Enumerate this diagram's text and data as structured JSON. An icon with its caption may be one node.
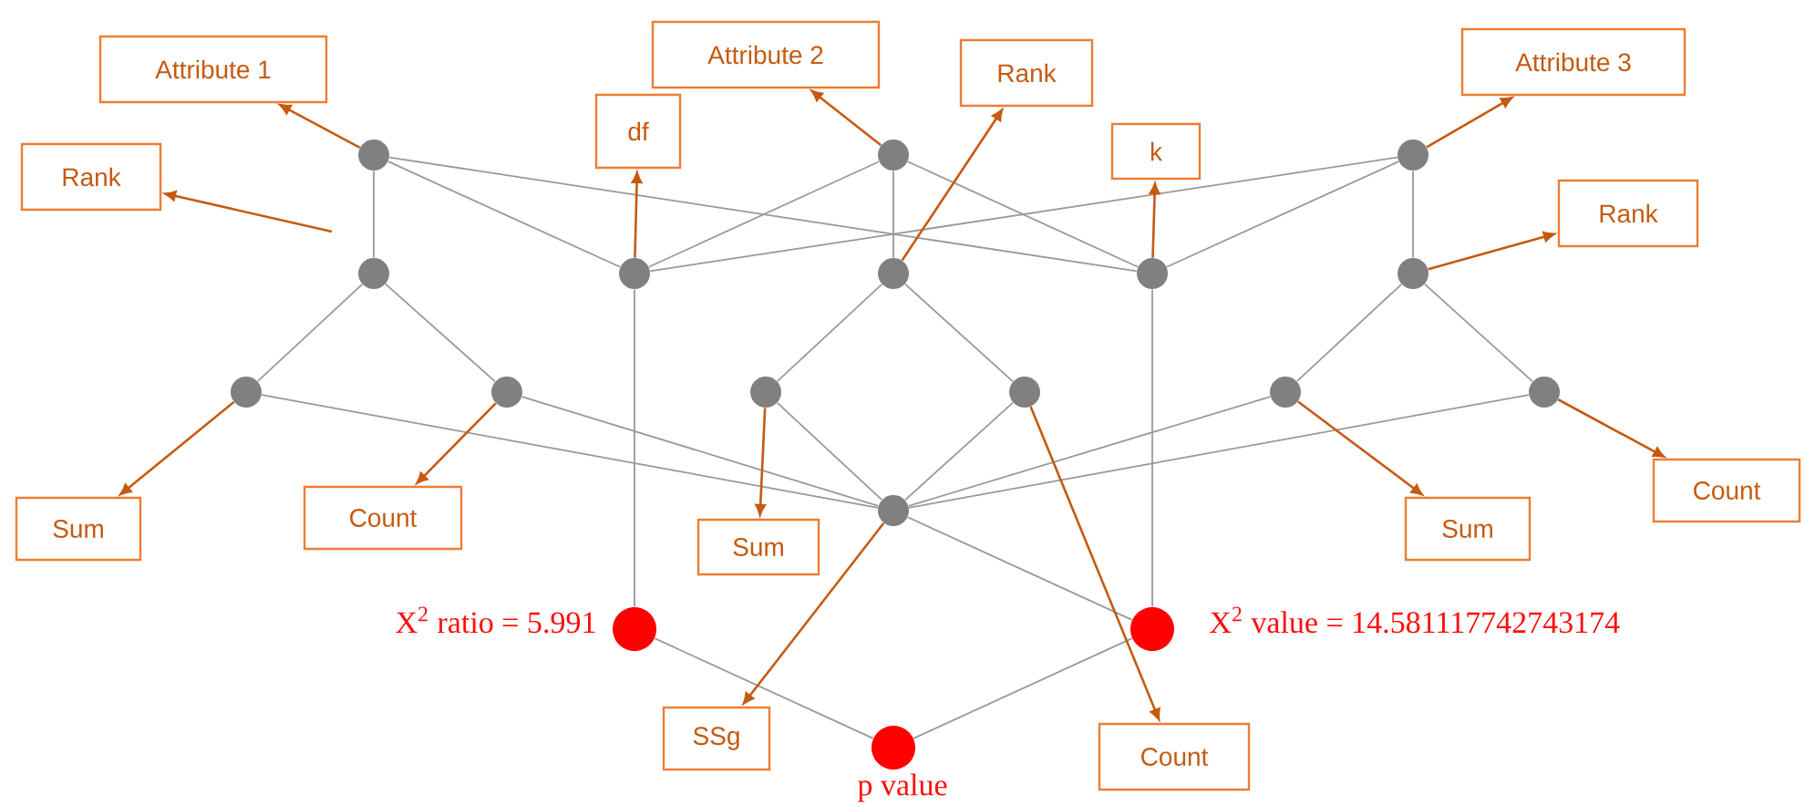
{
  "diagram": {
    "nodes": [
      {
        "text": [
          "Attribute 1"
        ]
      },
      {
        "text": [
          "Rank"
        ]
      },
      {
        "text": [
          "df"
        ]
      },
      {
        "text": [
          "Attribute 2"
        ]
      },
      {
        "text": [
          "Rank"
        ]
      },
      {
        "text": [
          "k"
        ]
      },
      {
        "text": [
          "Attribute 3"
        ]
      },
      {
        "text": [
          "Rank"
        ]
      },
      {
        "text": [],
        "shape": "circle"
      },
      {
        "text": [],
        "shape": "circle"
      },
      {
        "text": [],
        "shape": "circle"
      },
      {
        "text": [],
        "shape": "circle"
      },
      {
        "text": [],
        "shape": "circle"
      },
      {
        "text": [],
        "shape": "circle"
      },
      {
        "text": [],
        "shape": "circle"
      },
      {
        "text": [],
        "shape": "circle"
      },
      {
        "text": [],
        "shape": "circle"
      },
      {
        "text": [],
        "shape": "circle"
      },
      {
        "text": [],
        "shape": "circle"
      },
      {
        "text": [],
        "shape": "circle"
      },
      {
        "text": [],
        "shape": "circle"
      },
      {
        "text": [],
        "shape": "circle"
      },
      {
        "text": [
          "Sum"
        ]
      },
      {
        "text": [
          "Count"
        ]
      },
      {
        "text": [
          "Sum"
        ]
      },
      {
        "text": [
          "Count"
        ]
      },
      {
        "text": [
          "Sum"
        ]
      },
      {
        "text": [],
        "shape": "circle"
      },
      {
        "text": [],
        "shape": "circle",
        "beside": [
          "X$^{2}$ ratio = 5.991"
        ]
      },
      {
        "text": [],
        "shape": "circle",
        "beside": [
          "X$^{2}$ value = 14.581117742743174"
        ]
      },
      {
        "text": [
          "SSg"
        ]
      },
      {
        "text": [],
        "shape": "circle",
        "beside": [
          "p value"
        ]
      },
      {
        "text": [
          "Count"
        ]
      }
    ],
    "edges": [
      {
        "from": 8,
        "to": 11,
        "arrow": "none"
      },
      {
        "from": 8,
        "to": 12,
        "arrow": "none"
      },
      {
        "from": 8,
        "to": 14,
        "arrow": "none"
      },
      {
        "from": 9,
        "to": 12,
        "arrow": "none"
      },
      {
        "from": 9,
        "to": 13,
        "arrow": "none"
      },
      {
        "from": 9,
        "to": 14,
        "arrow": "none"
      },
      {
        "from": 10,
        "to": 12,
        "arrow": "none"
      },
      {
        "from": 10,
        "to": 14,
        "arrow": "none"
      },
      {
        "from": 10,
        "to": 15,
        "arrow": "none"
      },
      {
        "from": 11,
        "to": 16,
        "arrow": "none"
      },
      {
        "from": 11,
        "to": 17,
        "arrow": "none"
      },
      {
        "from": 13,
        "to": 18,
        "arrow": "none"
      },
      {
        "from": 13,
        "to": 19,
        "arrow": "none"
      },
      {
        "from": 15,
        "to": 20,
        "arrow": "none"
      },
      {
        "from": 15,
        "to": 21,
        "arrow": "none"
      },
      {
        "from": 12,
        "to": 28,
        "arrow": "none"
      },
      {
        "from": 14,
        "to": 29,
        "arrow": "none"
      },
      {
        "from": 16,
        "to": 27,
        "arrow": "none"
      },
      {
        "from": 17,
        "to": 27,
        "arrow": "none"
      },
      {
        "from": 18,
        "to": 27,
        "arrow": "none"
      },
      {
        "from": 19,
        "to": 27,
        "arrow": "none"
      },
      {
        "from": 20,
        "to": 27,
        "arrow": "none"
      },
      {
        "from": 21,
        "to": 27,
        "arrow": "none"
      },
      {
        "from": 27,
        "to": 29,
        "arrow": "none"
      },
      {
        "from": 28,
        "to": 31,
        "arrow": "none"
      },
      {
        "from": 29,
        "to": 31,
        "arrow": "none"
      },
      {
        "from": 8,
        "to": 0,
        "arrow": "to",
        "color": "#c55a11"
      },
      {
        "from": null,
        "to": 1,
        "arrow": "to",
        "color": "#c55a11"
      },
      {
        "from": 12,
        "to": 2,
        "arrow": "to",
        "color": "#c55a11"
      },
      {
        "from": 9,
        "to": 3,
        "arrow": "to",
        "color": "#c55a11"
      },
      {
        "from": 13,
        "to": 4,
        "arrow": "to",
        "color": "#c55a11"
      },
      {
        "from": 14,
        "to": 5,
        "arrow": "to",
        "color": "#c55a11"
      },
      {
        "from": 10,
        "to": 6,
        "arrow": "to",
        "color": "#c55a11"
      },
      {
        "from": 15,
        "to": 7,
        "arrow": "to",
        "color": "#c55a11"
      },
      {
        "from": 16,
        "to": 22,
        "arrow": "to",
        "color": "#c55a11"
      },
      {
        "from": 17,
        "to": 23,
        "arrow": "to",
        "color": "#c55a11"
      },
      {
        "from": 18,
        "to": 24,
        "arrow": "to",
        "color": "#c55a11"
      },
      {
        "from": 19,
        "to": 32,
        "arrow": "to",
        "color": "#c55a11"
      },
      {
        "from": 27,
        "to": 30,
        "arrow": "to",
        "color": "#c55a11"
      },
      {
        "from": 20,
        "to": 26,
        "arrow": "to",
        "color": "#c55a11"
      },
      {
        "from": 21,
        "to": 25,
        "arrow": "to",
        "color": "#c55a11"
      }
    ]
  }
}
